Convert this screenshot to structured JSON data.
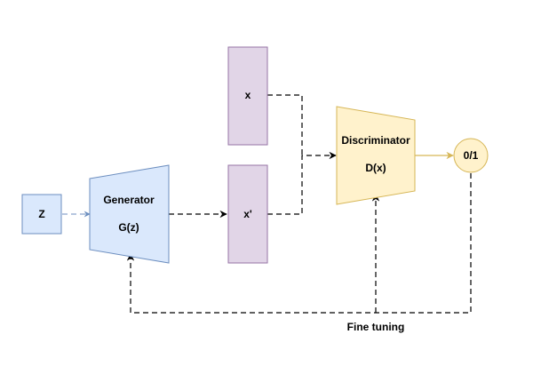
{
  "nodes": {
    "z": {
      "label": "Z",
      "fill": "#dae8fc",
      "stroke": "#6c8ebf"
    },
    "generator": {
      "title": "Generator",
      "func": "G(z)",
      "fill": "#dae8fc",
      "stroke": "#6c8ebf"
    },
    "x_real": {
      "label": "x",
      "fill": "#e1d5e7",
      "stroke": "#9673a6"
    },
    "x_fake": {
      "label": "x'",
      "fill": "#e1d5e7",
      "stroke": "#9673a6"
    },
    "discriminator": {
      "title": "Discriminator",
      "func": "D(x)",
      "fill": "#fff2cc",
      "stroke": "#d6b656"
    },
    "output": {
      "label": "0/1",
      "fill": "#fff2cc",
      "stroke": "#d6b656"
    }
  },
  "edges": {
    "feedback_label": "Fine tuning"
  },
  "colors": {
    "edge_dark": "#000000",
    "edge_blue": "#6c8ebf",
    "edge_yellow": "#d6b656"
  }
}
